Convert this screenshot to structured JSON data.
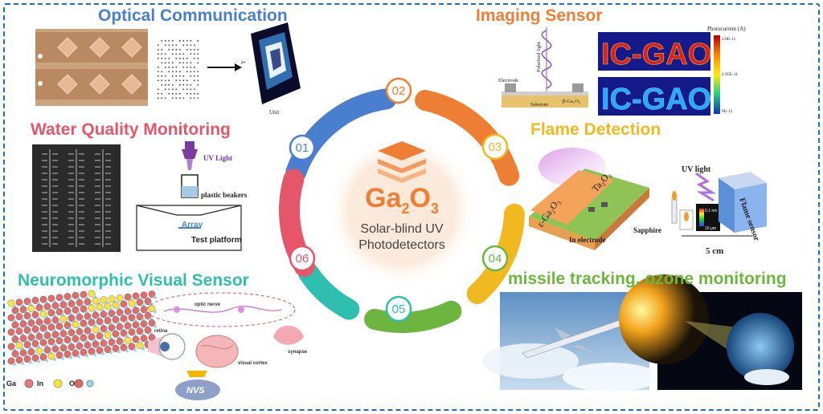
{
  "center": {
    "formula_base": "Ga",
    "formula_sub1": "2",
    "formula_mid": "O",
    "formula_sub2": "3",
    "subtitle_line1": "Solar-blind UV",
    "subtitle_line2": "Photodetectors"
  },
  "segments": [
    {
      "num": "01",
      "color": "#4a7fcf"
    },
    {
      "num": "02",
      "color": "#ee7e34"
    },
    {
      "num": "03",
      "color": "#f2b81f"
    },
    {
      "num": "04",
      "color": "#6cb53e"
    },
    {
      "num": "05",
      "color": "#2fbfb1"
    },
    {
      "num": "06",
      "color": "#e5566b"
    }
  ],
  "sections": {
    "optical_communication": {
      "title": "Optical Communication",
      "color": "#4a7fcf",
      "axis_y": "Y",
      "axis_x": "Unit"
    },
    "imaging_sensor": {
      "title": "Imaging Sensor",
      "color": "#ee7e34",
      "logo_text": "IC-GAO",
      "colorbar_title": "Photocurrent (A)",
      "cb_top": "2.0E-11",
      "cb_mid": "1.95E-11",
      "cb_bot": "8E-12",
      "label_polarized": "Polarized light",
      "label_electrode": "Electrode",
      "label_substrate": "Substrate",
      "label_material": "β-Ga₂O₃"
    },
    "water_quality": {
      "title": "Water Quality Monitoring",
      "color": "#e5566b",
      "uv_light": "UV Light",
      "beakers": "plastic beakers",
      "array": "Array",
      "platform": "Test platform"
    },
    "flame_detection": {
      "title": "Flame Detection",
      "color": "#f2b81f",
      "chip_top": "Ta₂O₃",
      "chip_side": "ε-Ga₂O₃",
      "sapphire": "Sapphire",
      "in_electrode": "In electrode",
      "uv_light": "UV light",
      "sensor": "Flame sensor",
      "distance": "5 cm",
      "scale1": "0.1 nm",
      "scale2": "10 μm"
    },
    "neuromorphic": {
      "title": "Neuromorphic Visual Sensor",
      "color": "#2fbfb1",
      "optic_nerve": "optic nerve",
      "retina": "retina",
      "synapse": "synapse",
      "visual_cortex": "visual cortex",
      "nvs": "NVS",
      "legend": [
        {
          "label": "Ga",
          "color": "#e37c7c"
        },
        {
          "label": "In",
          "color": "#f0e64a"
        },
        {
          "label": "O",
          "color": "#dd6666"
        },
        {
          "label": "",
          "color": "#9fd4e8"
        }
      ]
    },
    "missile": {
      "title": "missile tracking, ozone monitoring",
      "color": "#6cb53e"
    }
  }
}
